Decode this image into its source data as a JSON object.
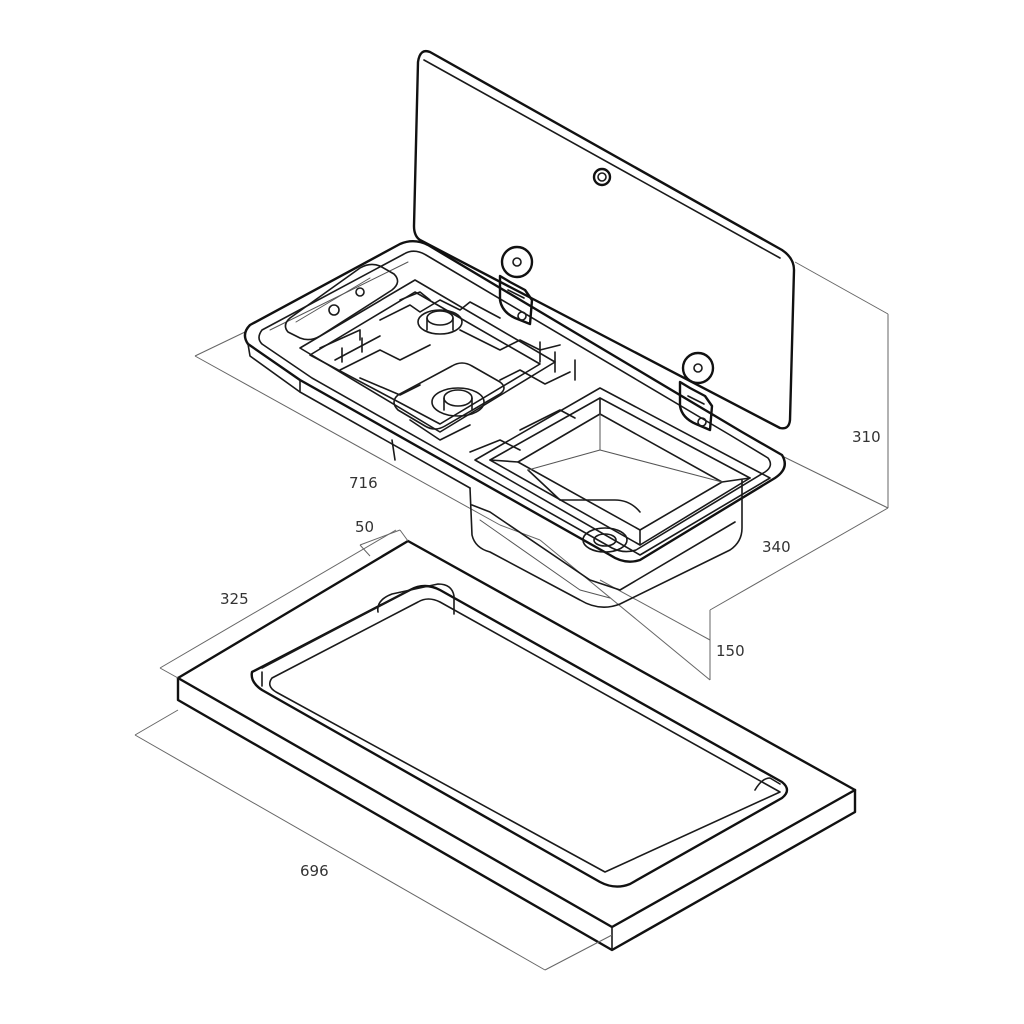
{
  "diagram": {
    "dimensions": {
      "lid_height": "310",
      "total_width": "716",
      "total_depth": "340",
      "basin_depth": "150",
      "frame_border": "50",
      "cutout_depth": "325",
      "cutout_width": "696"
    }
  }
}
